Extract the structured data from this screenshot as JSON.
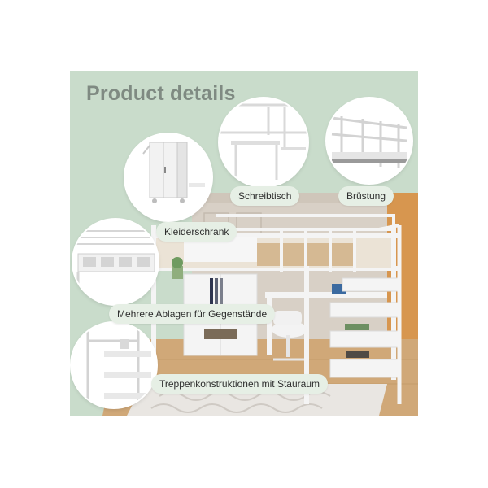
{
  "heading": "Product details",
  "labels": {
    "wardrobe": "Kleiderschrank",
    "desk": "Schreibtisch",
    "railing": "Brüstung",
    "shelves": "Mehrere Ablagen für Gegenstände",
    "stairs": "Treppenkonstruktionen mit Stauraum"
  },
  "colors": {
    "panel_background": "#c9dccb",
    "label_background": "#e6efe5",
    "heading_text": "#7f8a82",
    "furniture": "#f4f4f4"
  },
  "icons": [
    "wardrobe-detail-image",
    "desk-detail-image",
    "railing-detail-image",
    "shelves-detail-image",
    "stairs-detail-image"
  ]
}
